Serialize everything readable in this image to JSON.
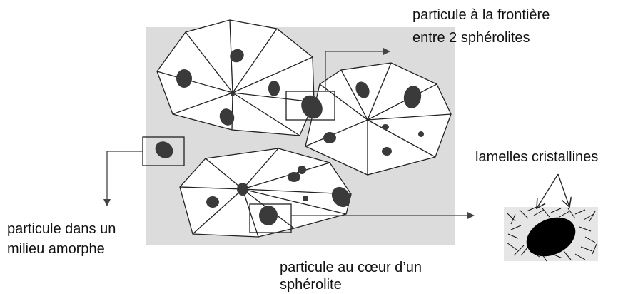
{
  "labels": {
    "boundary_line1": "particule à la frontière",
    "boundary_line2": "entre 2 sphérolites",
    "lamellae": "lamelles cristallines",
    "amorphous_line1": "particule dans un",
    "amorphous_line2": "milieu amorphe",
    "core_line1": "particule au cœur d’un",
    "core_line2": "sphérolite"
  },
  "colors": {
    "background_panel": "#dcdcdc",
    "particle": "#3a3a3a",
    "outline": "#222222",
    "spherulite_fill": "#ffffff",
    "inset_fill": "#e6e6e6"
  }
}
